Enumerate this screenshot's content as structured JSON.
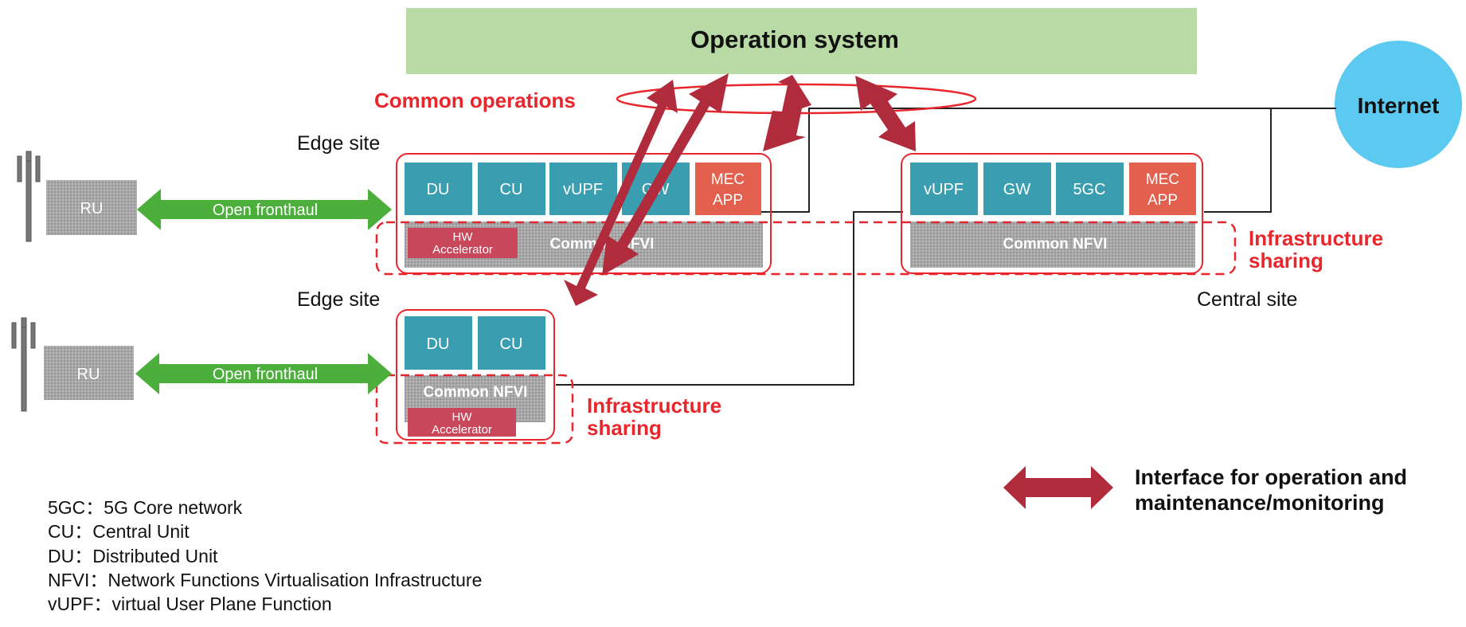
{
  "colors": {
    "ops_bg": "#b8dba6",
    "teal": "#3a9eb0",
    "mec": "#e3604f",
    "hw": "#c9475b",
    "red_text": "#e8262b",
    "arrow_dark": "#b02c3c",
    "green": "#4caf3c",
    "internet": "#5ccaf0",
    "gray": "#9a9a9a"
  },
  "operation_system": {
    "label": "Operation system"
  },
  "common_operations": {
    "label": "Common operations"
  },
  "internet": {
    "label": "Internet",
    "icon": "internet-cloud-icon"
  },
  "edge_site_1": {
    "label": "Edge site",
    "ru": "RU",
    "fronthaul": "Open fronthaul",
    "functions": [
      "DU",
      "CU",
      "vUPF",
      "GW"
    ],
    "mec": [
      "MEC",
      "APP"
    ],
    "nfvi": "Common NFVI",
    "hw": [
      "HW",
      "Accelerator"
    ]
  },
  "edge_site_2": {
    "label": "Edge site",
    "ru": "RU",
    "fronthaul": "Open fronthaul",
    "functions": [
      "DU",
      "CU"
    ],
    "nfvi": "Common NFVI",
    "hw": [
      "HW",
      "Accelerator"
    ]
  },
  "central_site": {
    "label": "Central site",
    "functions": [
      "vUPF",
      "GW",
      "5GC"
    ],
    "mec": [
      "MEC",
      "APP"
    ],
    "nfvi": "Common NFVI"
  },
  "infra_sharing_1": [
    "Infrastructure",
    "sharing"
  ],
  "infra_sharing_2": [
    "Infrastructure",
    "sharing"
  ],
  "legend_arrow": [
    "Interface for operation and",
    "maintenance/monitoring"
  ],
  "abbreviations": [
    "5GC：5G Core network",
    "CU：Central Unit",
    "DU：Distributed Unit",
    "NFVI：Network Functions Virtualisation Infrastructure",
    "vUPF：virtual User Plane Function"
  ]
}
